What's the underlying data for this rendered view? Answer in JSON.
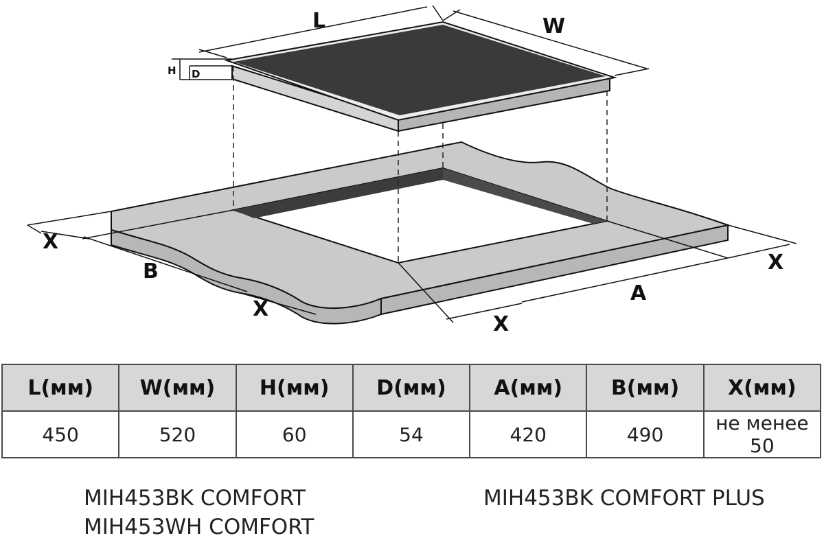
{
  "diagram": {
    "dimension_labels": {
      "L": "L",
      "W": "W",
      "H": "H",
      "D": "D",
      "A": "A",
      "B": "B",
      "X": "X"
    }
  },
  "table": {
    "headers": [
      "L(мм)",
      "W(мм)",
      "H(мм)",
      "D(мм)",
      "A(мм)",
      "B(мм)",
      "X(мм)"
    ],
    "values": [
      "450",
      "520",
      "60",
      "54",
      "420",
      "490",
      "не менее 50"
    ]
  },
  "models": {
    "left": [
      "MIH453BK COMFORT",
      "MIH453WH COMFORT"
    ],
    "right": [
      "MIH453BK COMFORT PLUS"
    ]
  },
  "colors": {
    "countertop": "#cacaca",
    "glass_top": "#3a3a3a",
    "cutout_wall": "#3c3c3c",
    "header_bg": "#d7d7d7",
    "border": "#4a4a4a"
  }
}
